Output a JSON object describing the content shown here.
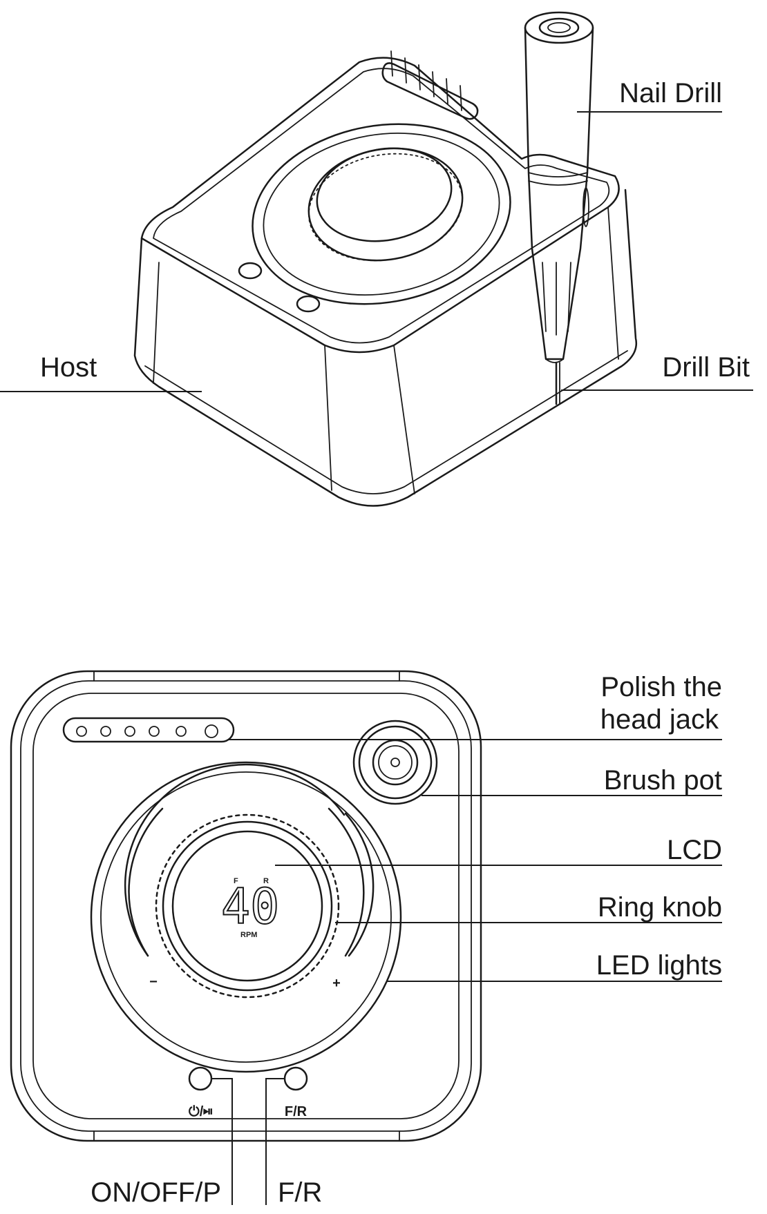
{
  "top_view": {
    "labels": {
      "nail_drill": "Nail Drill",
      "host": "Host",
      "drill_bit": "Drill Bit"
    }
  },
  "front_view": {
    "labels": {
      "polish_jack_line1": "Polish the",
      "polish_jack_line2": "head jack",
      "brush_pot": "Brush pot",
      "lcd": "LCD",
      "ring_knob": "Ring knob",
      "led_lights": "LED lights",
      "on_off_p": "ON/OFF/P",
      "f_r": "F/R"
    },
    "lcd_display": {
      "f_mark": "F",
      "r_mark": "R",
      "value": "40",
      "unit": "RPM"
    },
    "knob_signs": {
      "minus": "−",
      "plus": "+"
    },
    "buttons": {
      "power_icon_text": "⏻/⏯",
      "fr_text": "F/R"
    }
  }
}
